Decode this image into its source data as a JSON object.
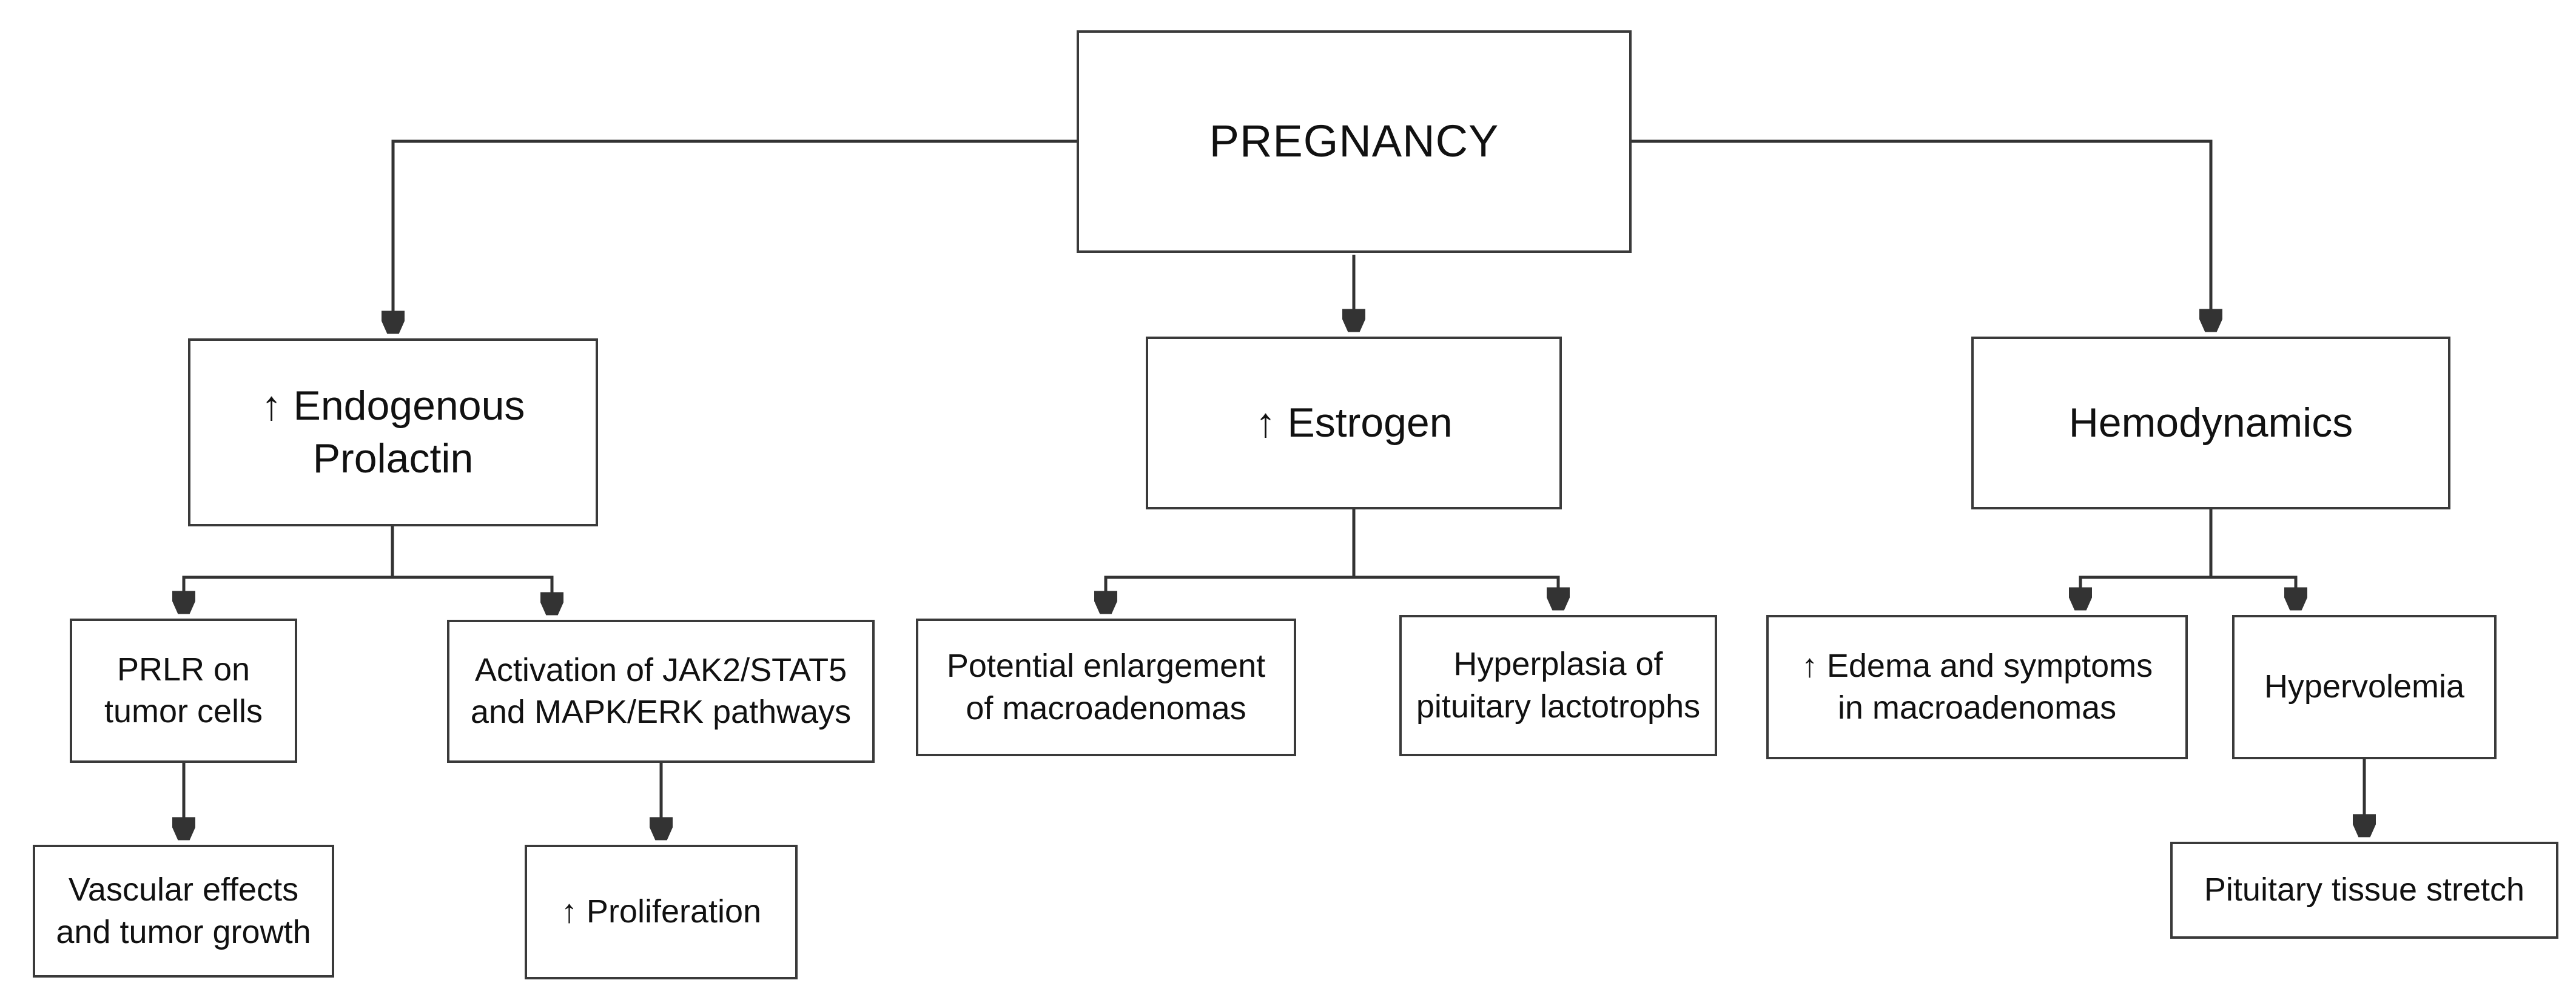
{
  "diagram": {
    "type": "flowchart",
    "colors": {
      "line": "#333333",
      "border": "#3a3a3a",
      "text": "#111111",
      "background": "#ffffff"
    },
    "nodes": {
      "pregnancy": {
        "label": "PREGNANCY"
      },
      "endogenous_prolactin": {
        "label": [
          "↑ Endogenous",
          "Prolactin"
        ]
      },
      "estrogen": {
        "label": "↑ Estrogen"
      },
      "hemodynamics": {
        "label": "Hemodynamics"
      },
      "prlr": {
        "label": [
          "PRLR on",
          "tumor cells"
        ]
      },
      "jak2_stat5": {
        "label": [
          "Activation of JAK2/STAT5",
          "and MAPK/ERK pathways"
        ]
      },
      "enlargement": {
        "label": [
          "Potential enlargement",
          "of macroadenomas"
        ]
      },
      "hyperplasia": {
        "label": [
          "Hyperplasia of",
          "pituitary lactotrophs"
        ]
      },
      "edema": {
        "label": [
          "↑ Edema and symptoms",
          "in macroadenomas"
        ]
      },
      "hypervolemia": {
        "label": "Hypervolemia"
      },
      "vascular": {
        "label": [
          "Vascular effects",
          "and tumor growth"
        ]
      },
      "proliferation": {
        "label": "↑ Proliferation"
      },
      "stretch": {
        "label": "Pituitary tissue stretch"
      }
    },
    "edges": [
      {
        "from": "pregnancy",
        "to": "endogenous_prolactin"
      },
      {
        "from": "pregnancy",
        "to": "estrogen"
      },
      {
        "from": "pregnancy",
        "to": "hemodynamics"
      },
      {
        "from": "endogenous_prolactin",
        "to": "prlr"
      },
      {
        "from": "endogenous_prolactin",
        "to": "jak2_stat5"
      },
      {
        "from": "estrogen",
        "to": "enlargement"
      },
      {
        "from": "estrogen",
        "to": "hyperplasia"
      },
      {
        "from": "hemodynamics",
        "to": "edema"
      },
      {
        "from": "hemodynamics",
        "to": "hypervolemia"
      },
      {
        "from": "prlr",
        "to": "vascular"
      },
      {
        "from": "jak2_stat5",
        "to": "proliferation"
      },
      {
        "from": "hypervolemia",
        "to": "stretch"
      }
    ]
  }
}
